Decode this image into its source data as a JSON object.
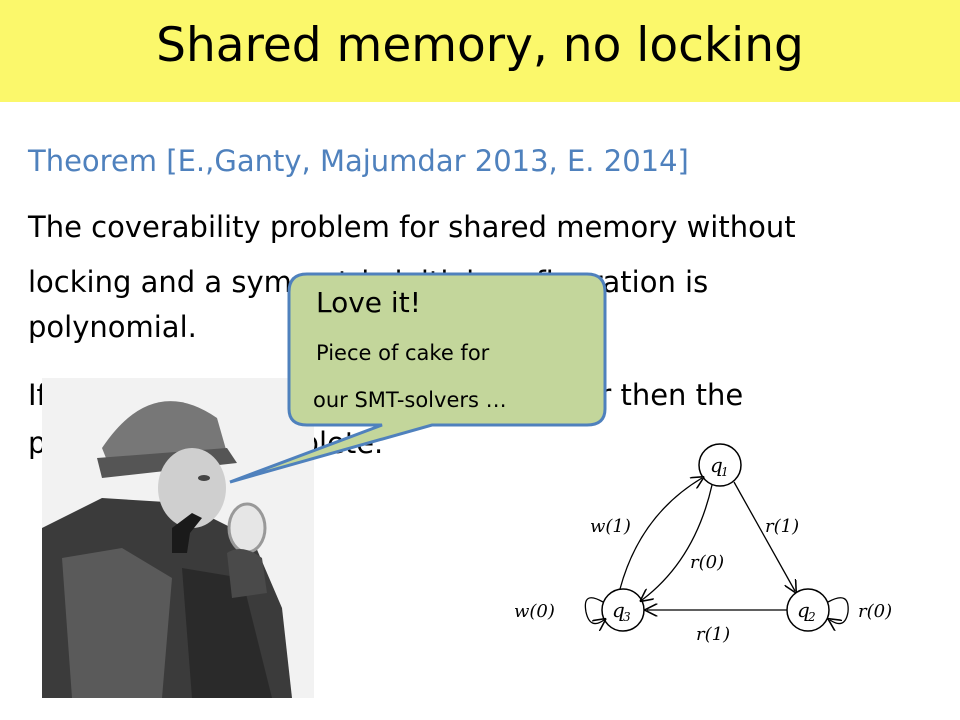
{
  "slide": {
    "title": "Shared memory, no locking",
    "theorem_heading": "Theorem [E.,Ganty, Majumdar 2013, E. 2014]",
    "paragraph1": [
      "The coverability problem for shared memory without",
      "locking and a symmetric initial configuration is",
      "polynomial."
    ],
    "paragraph2": [
      "If the initial configuration is in any order then the",
      "problem is NP-complete."
    ]
  },
  "bubble": {
    "line1": "Love it!",
    "line2": "Piece of cake for",
    "line3": "our SMT-solvers …",
    "fill": "#c3d69b",
    "border": "#4f81bd"
  },
  "diagram": {
    "nodes": {
      "q1": "q",
      "q1_sub": "1",
      "q2": "q",
      "q2_sub": "2",
      "q3": "q",
      "q3_sub": "3"
    },
    "edges": {
      "w1": "w(1)",
      "r1_right": "r(1)",
      "r0_inner": "r(0)",
      "r1_bottom": "r(1)",
      "w0_loop": "w(0)",
      "r0_loop": "r(0)"
    }
  },
  "colors": {
    "title_bar": "#fbf86b",
    "theorem": "#4f81bd"
  }
}
